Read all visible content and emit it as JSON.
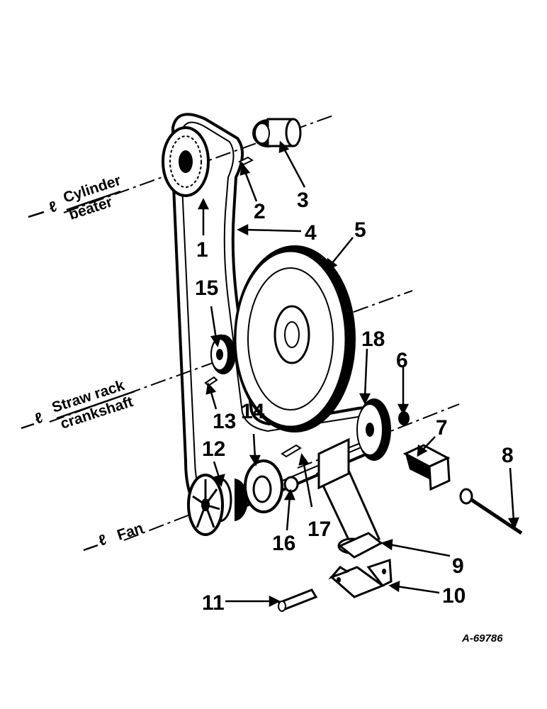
{
  "figure_id": "A-69786",
  "centerlines": {
    "cylinder": {
      "prefix": "ℓ",
      "line1": "Cylinder",
      "line2": "beater"
    },
    "strawrack": {
      "prefix": "ℓ",
      "line1": "Straw rack",
      "line2": "crankshaft"
    },
    "fan": {
      "prefix": "ℓ",
      "line1": "Fan"
    }
  },
  "callouts": [
    "1",
    "2",
    "3",
    "4",
    "5",
    "6",
    "7",
    "8",
    "9",
    "10",
    "11",
    "12",
    "13",
    "14",
    "15",
    "16",
    "17",
    "18"
  ]
}
